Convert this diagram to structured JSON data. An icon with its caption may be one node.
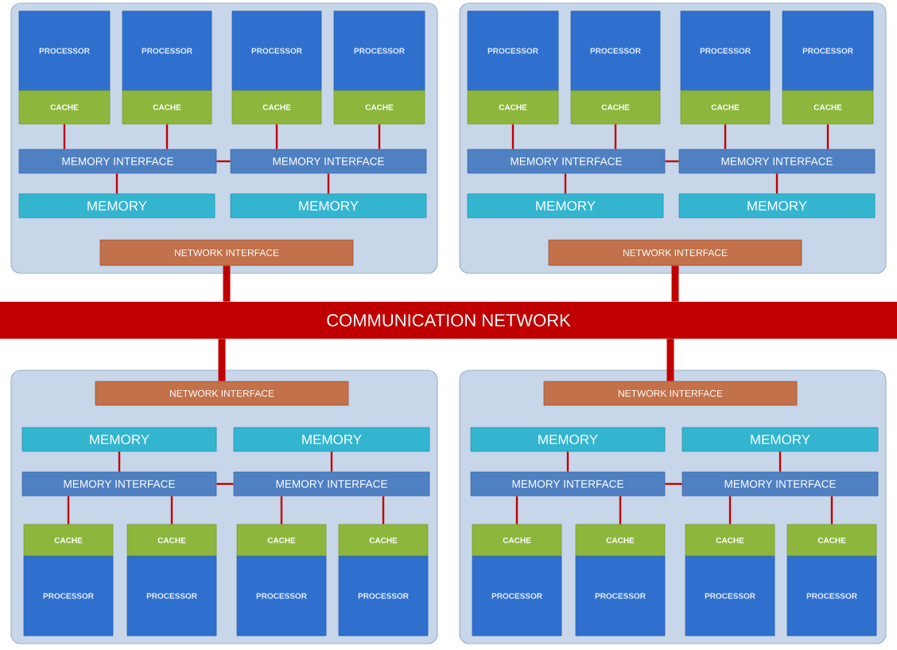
{
  "diagram": {
    "nodes": [
      {
        "text": [],
        "shape": "box"
      },
      {
        "text": [
          "PROCESSOR"
        ],
        "in": 0
      },
      {
        "text": [
          "PROCESSOR"
        ],
        "in": 0
      },
      {
        "text": [
          "PROCESSOR"
        ],
        "in": 0
      },
      {
        "text": [
          "PROCESSOR"
        ],
        "in": 0
      },
      {
        "text": [
          "CACHE"
        ],
        "in": 0
      },
      {
        "text": [
          "CACHE"
        ],
        "in": 0
      },
      {
        "text": [
          "CACHE"
        ],
        "in": 0
      },
      {
        "text": [
          "CACHE"
        ],
        "in": 0
      },
      {
        "text": [
          "MEMORY INTERFACE"
        ],
        "in": 0
      },
      {
        "text": [
          "MEMORY INTERFACE"
        ],
        "in": 0
      },
      {
        "text": [
          "MEMORY"
        ],
        "in": 0
      },
      {
        "text": [
          "MEMORY"
        ],
        "in": 0
      },
      {
        "text": [
          "NETWORK INTERFACE"
        ],
        "in": 0
      },
      {
        "text": [],
        "shape": "box"
      },
      {
        "text": [
          "PROCESSOR"
        ],
        "in": 14
      },
      {
        "text": [
          "PROCESSOR"
        ],
        "in": 14
      },
      {
        "text": [
          "PROCESSOR"
        ],
        "in": 14
      },
      {
        "text": [
          "PROCESSOR"
        ],
        "in": 14
      },
      {
        "text": [
          "CACHE"
        ],
        "in": 14
      },
      {
        "text": [
          "CACHE"
        ],
        "in": 14
      },
      {
        "text": [
          "CACHE"
        ],
        "in": 14
      },
      {
        "text": [
          "CACHE"
        ],
        "in": 14
      },
      {
        "text": [
          "MEMORY INTERFACE"
        ],
        "in": 14
      },
      {
        "text": [
          "MEMORY INTERFACE"
        ],
        "in": 14
      },
      {
        "text": [
          "MEMORY"
        ],
        "in": 14
      },
      {
        "text": [
          "MEMORY"
        ],
        "in": 14
      },
      {
        "text": [
          "NETWORK INTERFACE"
        ],
        "in": 14
      },
      {
        "text": [
          "COMMUNICATION NETWORK"
        ]
      },
      {
        "text": [],
        "shape": "box"
      },
      {
        "text": [
          "NETWORK INTERFACE"
        ],
        "in": 29
      },
      {
        "text": [
          "MEMORY"
        ],
        "in": 29
      },
      {
        "text": [
          "MEMORY"
        ],
        "in": 29
      },
      {
        "text": [
          "MEMORY INTERFACE"
        ],
        "in": 29
      },
      {
        "text": [
          "MEMORY INTERFACE"
        ],
        "in": 29
      },
      {
        "text": [
          "CACHE"
        ],
        "in": 29
      },
      {
        "text": [
          "CACHE"
        ],
        "in": 29
      },
      {
        "text": [
          "CACHE"
        ],
        "in": 29
      },
      {
        "text": [
          "CACHE"
        ],
        "in": 29
      },
      {
        "text": [
          "PROCESSOR"
        ],
        "in": 29
      },
      {
        "text": [
          "PROCESSOR"
        ],
        "in": 29
      },
      {
        "text": [
          "PROCESSOR"
        ],
        "in": 29
      },
      {
        "text": [
          "PROCESSOR"
        ],
        "in": 29
      },
      {
        "text": [],
        "shape": "box"
      },
      {
        "text": [
          "NETWORK INTERFACE"
        ],
        "in": 43
      },
      {
        "text": [
          "MEMORY"
        ],
        "in": 43
      },
      {
        "text": [
          "MEMORY"
        ],
        "in": 43
      },
      {
        "text": [
          "MEMORY INTERFACE"
        ],
        "in": 43
      },
      {
        "text": [
          "MEMORY INTERFACE"
        ],
        "in": 43
      },
      {
        "text": [
          "CACHE"
        ],
        "in": 43
      },
      {
        "text": [
          "CACHE"
        ],
        "in": 43
      },
      {
        "text": [
          "CACHE"
        ],
        "in": 43
      },
      {
        "text": [
          "CACHE"
        ],
        "in": 43
      },
      {
        "text": [
          "PROCESSOR"
        ],
        "in": 43
      },
      {
        "text": [
          "PROCESSOR"
        ],
        "in": 43
      },
      {
        "text": [
          "PROCESSOR"
        ],
        "in": 43
      },
      {
        "text": [
          "PROCESSOR"
        ],
        "in": 43
      }
    ],
    "edges": [
      {
        "from": 5,
        "to": 9,
        "arrow": "none"
      },
      {
        "from": 6,
        "to": 9,
        "arrow": "none"
      },
      {
        "from": 7,
        "to": 10,
        "arrow": "none"
      },
      {
        "from": 8,
        "to": 10,
        "arrow": "none"
      },
      {
        "from": 9,
        "to": 10,
        "arrow": "none"
      },
      {
        "from": 9,
        "to": 11,
        "arrow": "none"
      },
      {
        "from": 10,
        "to": 12,
        "arrow": "none"
      },
      {
        "from": 13,
        "to": 28,
        "arrow": "none",
        "style": "thick"
      },
      {
        "from": 19,
        "to": 23,
        "arrow": "none"
      },
      {
        "from": 20,
        "to": 23,
        "arrow": "none"
      },
      {
        "from": 21,
        "to": 24,
        "arrow": "none"
      },
      {
        "from": 22,
        "to": 24,
        "arrow": "none"
      },
      {
        "from": 23,
        "to": 24,
        "arrow": "none"
      },
      {
        "from": 23,
        "to": 25,
        "arrow": "none"
      },
      {
        "from": 24,
        "to": 26,
        "arrow": "none"
      },
      {
        "from": 27,
        "to": 28,
        "arrow": "none",
        "style": "thick"
      },
      {
        "from": 28,
        "to": 30,
        "arrow": "none",
        "style": "thick"
      },
      {
        "from": 31,
        "to": 33,
        "arrow": "none"
      },
      {
        "from": 32,
        "to": 34,
        "arrow": "none"
      },
      {
        "from": 33,
        "to": 34,
        "arrow": "none"
      },
      {
        "from": 33,
        "to": 35,
        "arrow": "none"
      },
      {
        "from": 33,
        "to": 36,
        "arrow": "none"
      },
      {
        "from": 34,
        "to": 37,
        "arrow": "none"
      },
      {
        "from": 34,
        "to": 38,
        "arrow": "none"
      },
      {
        "from": 28,
        "to": 44,
        "arrow": "none",
        "style": "thick"
      },
      {
        "from": 45,
        "to": 47,
        "arrow": "none"
      },
      {
        "from": 46,
        "to": 48,
        "arrow": "none"
      },
      {
        "from": 47,
        "to": 48,
        "arrow": "none"
      },
      {
        "from": 47,
        "to": 49,
        "arrow": "none"
      },
      {
        "from": 47,
        "to": 50,
        "arrow": "none"
      },
      {
        "from": 48,
        "to": 51,
        "arrow": "none"
      },
      {
        "from": 48,
        "to": 52,
        "arrow": "none"
      }
    ]
  }
}
